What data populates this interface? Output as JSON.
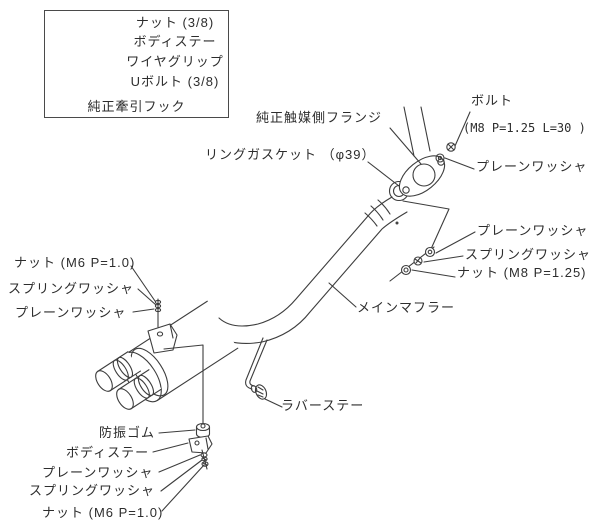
{
  "inset": {
    "items": [
      "ナット (3/8)",
      "ボディステー",
      "ワイヤグリップ",
      "Uボルト (3/8)"
    ],
    "caption": "純正牽引フック"
  },
  "labels": {
    "flange": "純正触媒側フランジ",
    "bolt": "ボルト",
    "bolt_spec": "(M8 P=1.25 L=30 )",
    "ring_gasket": "リングガスケット （φ39）",
    "plain_washer_top": "プレーンワッシャ",
    "plain_washer_right": "プレーンワッシャ",
    "spring_washer_right": "スプリングワッシャ",
    "nut_m8": "ナット (M8 P=1.25)",
    "main_muffler": "メインマフラー",
    "nut_m6_left": "ナット (M6 P=1.0)",
    "spring_washer_left": "スプリングワッシャ",
    "plain_washer_left": "プレーンワッシャ",
    "rubber_stay": "ラバーステー",
    "vibration_rubber": "防振ゴム",
    "body_stay": "ボディステー",
    "plain_washer_bottom": "プレーンワッシャ",
    "spring_washer_bottom": "スプリングワッシャ",
    "nut_m6_bottom": "ナット (M6 P=1.0)"
  },
  "colors": {
    "background": "#ffffff",
    "line": "#3d3d3d",
    "text": "#2d2d2d"
  }
}
